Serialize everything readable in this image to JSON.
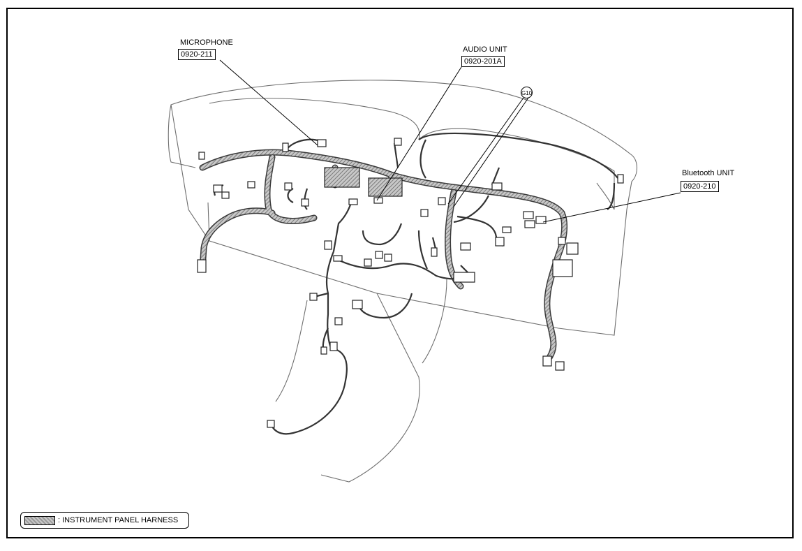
{
  "diagram": {
    "callouts": [
      {
        "id": "microphone",
        "name": "MICROPHONE",
        "code": "0920-211"
      },
      {
        "id": "audio-unit",
        "name": "AUDIO UNIT",
        "code": "0920-201A"
      },
      {
        "id": "bluetooth-unit",
        "name": "Bluetooth UNIT",
        "code": "0920-210"
      }
    ],
    "ground": {
      "label": "G10"
    },
    "legend": {
      "text": ": INSTRUMENT PANEL HARNESS"
    }
  },
  "colors": {
    "line": "#000000",
    "harness": "#8c8c8c",
    "harness_edge": "#3a3a3a",
    "outline": "#6e6e6e"
  }
}
